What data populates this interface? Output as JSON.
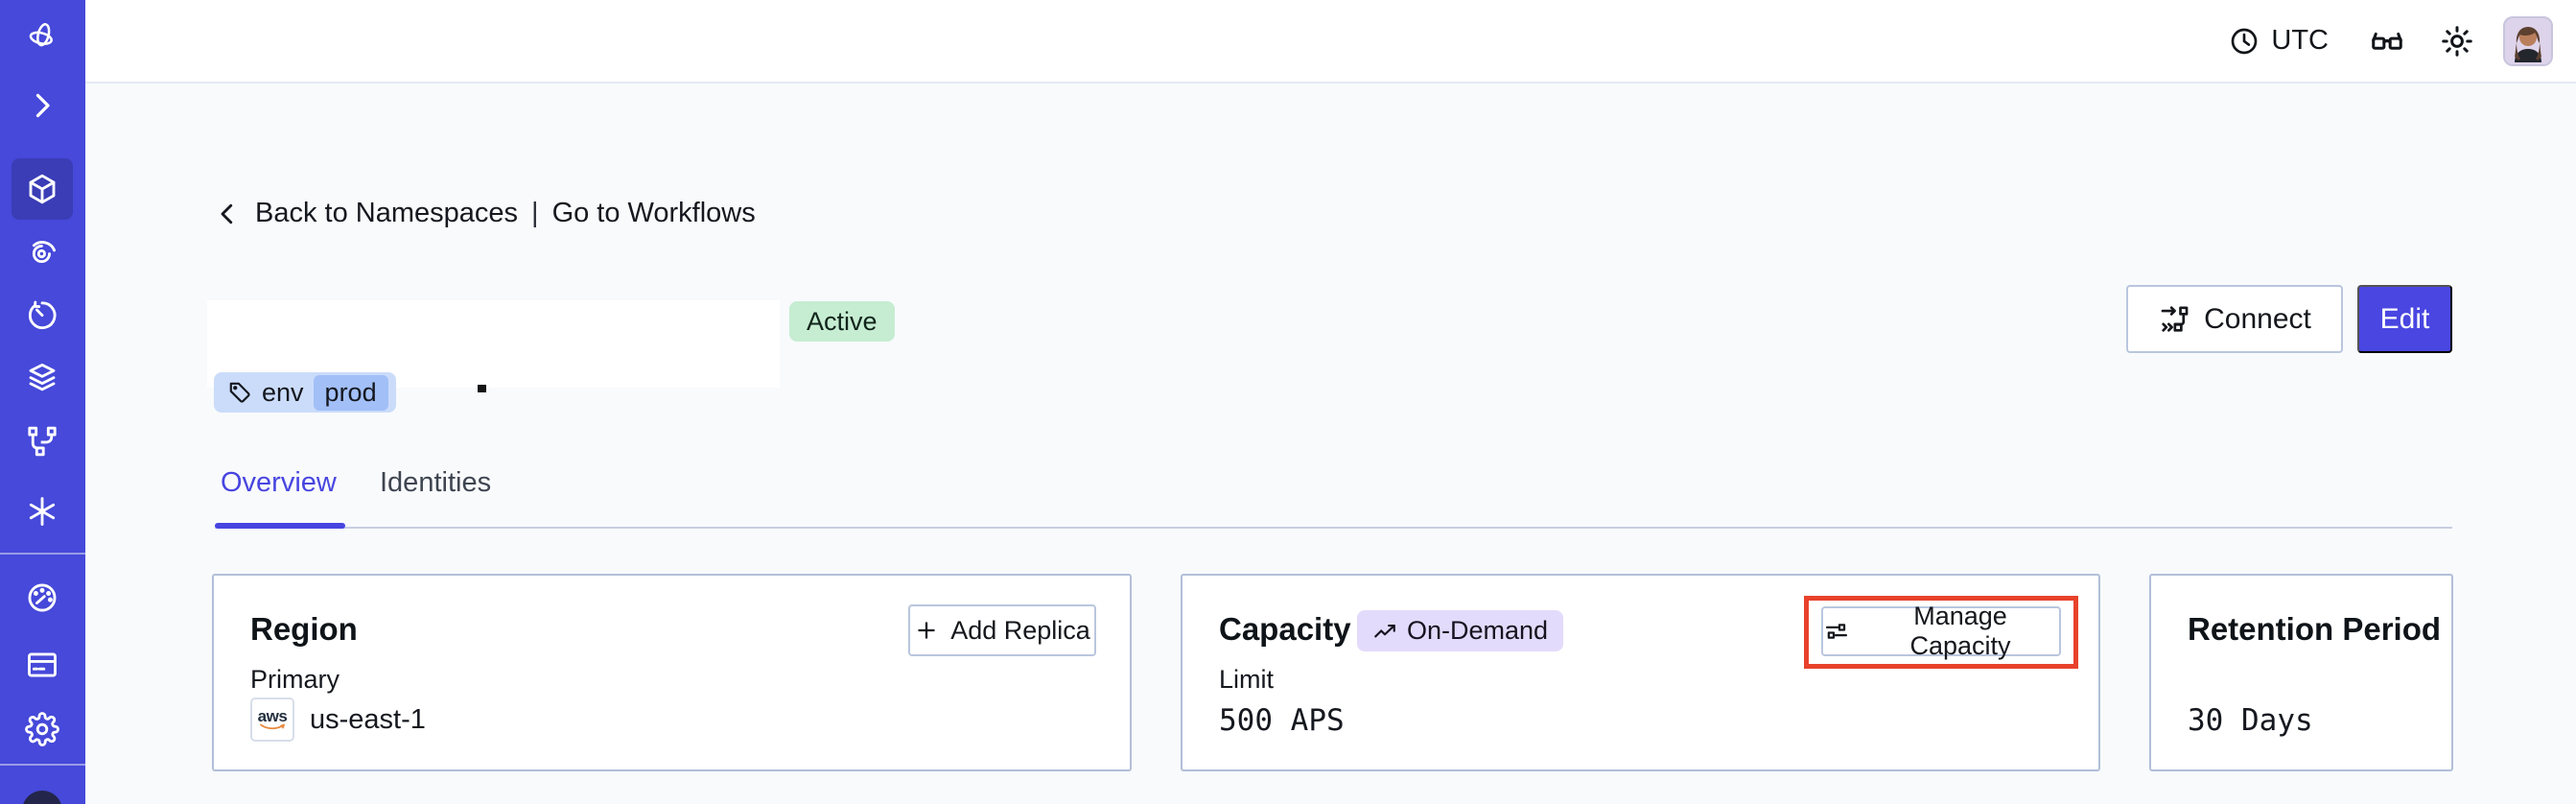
{
  "topbar": {
    "timezone_label": "UTC",
    "icons": [
      "clock-icon",
      "glasses-icon",
      "sun-icon",
      "user-avatar"
    ]
  },
  "sidebar": {
    "color": "#4649D9",
    "items": [
      {
        "icon": "temporal-logo"
      },
      {
        "icon": "chevron-right-icon"
      },
      {
        "icon": "namespaces-cube-icon",
        "active": true
      },
      {
        "icon": "workflows-spiral-icon"
      },
      {
        "icon": "schedules-timer-icon"
      },
      {
        "icon": "deployments-layers-icon"
      },
      {
        "icon": "nexus-branch-icon"
      },
      {
        "icon": "asterisk-icon"
      },
      {
        "icon": "usage-gauge-icon"
      },
      {
        "icon": "billing-card-icon"
      },
      {
        "icon": "settings-gear-icon"
      }
    ]
  },
  "breadcrumb": {
    "back_label": "Back to Namespaces",
    "separator": "|",
    "workflows_label": "Go to Workflows"
  },
  "namespace_header": {
    "status_badge": "Active",
    "tag_key": "env",
    "tag_value": "prod"
  },
  "tabs": {
    "overview": "Overview",
    "identities": "Identities"
  },
  "header_actions": {
    "connect_label": "Connect",
    "edit_label": "Edit"
  },
  "cards": {
    "region": {
      "title": "Region",
      "add_replica_label": "Add Replica",
      "primary_label": "Primary",
      "provider_label": "aws",
      "region_value": "us-east-1"
    },
    "capacity": {
      "title": "Capacity",
      "badge_label": "On-Demand",
      "manage_label": "Manage Capacity",
      "limit_label": "Limit",
      "limit_value": "500 APS",
      "highlighted": true
    },
    "retention": {
      "title": "Retention Period",
      "value": "30 Days"
    }
  },
  "colors": {
    "sidebar_bg": "#4649D9",
    "accent_indigo": "#4845E0",
    "edit_button_bg": "#4946E1",
    "active_badge_bg": "#C6EDD2",
    "tag_bg": "#CBDCFA",
    "tag_chip_bg": "#A2BFF7",
    "ondemand_badge_bg": "#E3DBFB",
    "highlight_red": "#E8422B",
    "page_bg": "#F8FAFC",
    "card_border": "#B1BFD8"
  }
}
